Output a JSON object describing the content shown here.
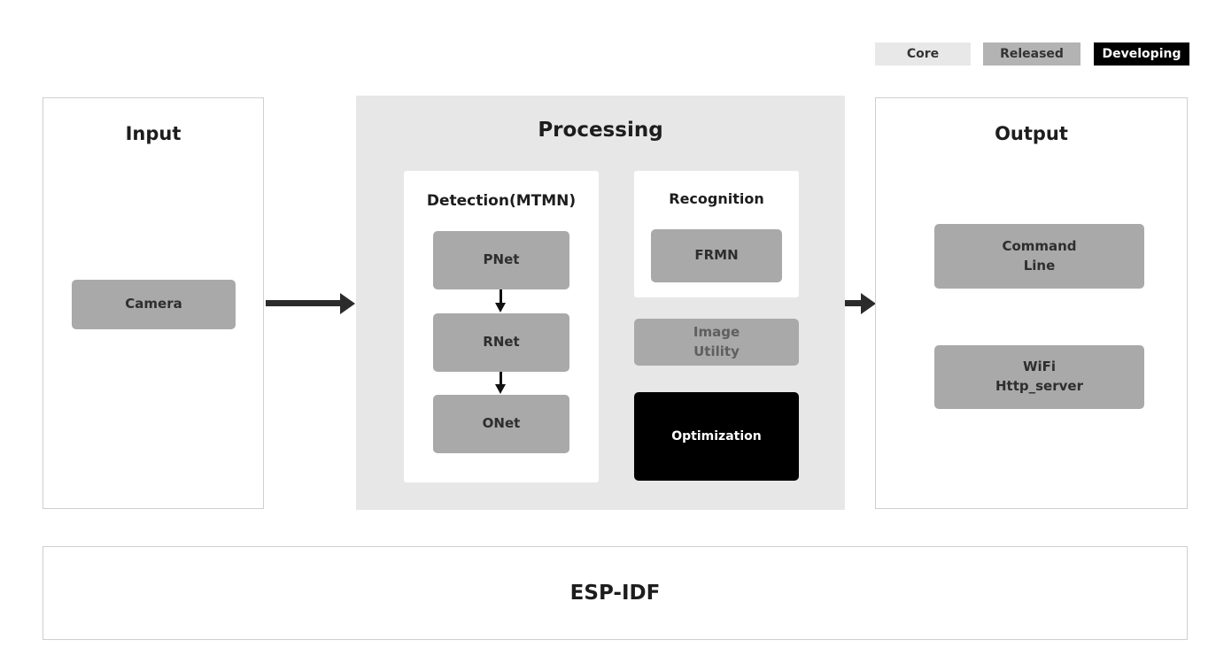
{
  "legend": {
    "items": [
      {
        "label": "Core"
      },
      {
        "label": "Released"
      },
      {
        "label": "Developing"
      }
    ]
  },
  "colors": {
    "core_legend": "#e8e8e8",
    "released_legend": "#b3b3b3",
    "developing_legend": "#000000",
    "node_gray": "#a9a9a9",
    "processing_background": "#e7e7e7",
    "arrow": "#2b2b2b",
    "panel_border": "#cfcfcf"
  },
  "input_panel": {
    "title": "Input",
    "camera_label": "Camera"
  },
  "processing_panel": {
    "title": "Processing",
    "detection": {
      "title": "Detection(MTMN)",
      "nodes": [
        "PNet",
        "RNet",
        "ONet"
      ]
    },
    "recognition": {
      "title": "Recognition",
      "frmn_label": "FRMN"
    },
    "image_utility_label": "Image\nUtility",
    "optimization_label": "Optimization"
  },
  "output_panel": {
    "title": "Output",
    "command_line_label": "Command\nLine",
    "wifi_label": "WiFi\nHttp_server"
  },
  "foundation": {
    "title": "ESP-IDF"
  }
}
